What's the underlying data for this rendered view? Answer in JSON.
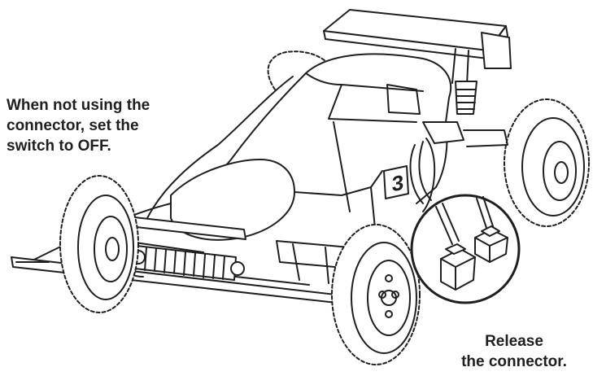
{
  "instruction_left": "When not using the\nconnector, set the\nswitch to OFF.",
  "instruction_right": "Release\nthe connector.",
  "body_number": "3",
  "ink_color": "#1f1f1f"
}
